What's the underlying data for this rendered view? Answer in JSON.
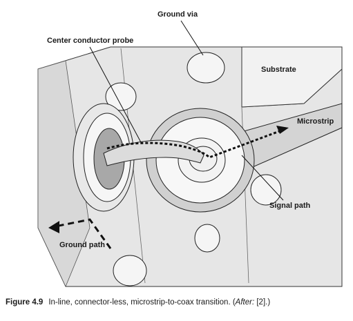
{
  "labels": {
    "ground_via": "Ground via",
    "center_conductor_probe": "Center conductor probe",
    "substrate": "Substrate",
    "microstrip": "Microstrip",
    "signal_path": "Signal path",
    "ground_path": "Ground path"
  },
  "caption": {
    "figure_number": "Figure 4.9",
    "text": "In-line, connector-less, microstrip-to-coax transition. (",
    "after": "After:",
    "citation": " [2].)"
  },
  "colors": {
    "substrate_fill": "#e2e2e2",
    "substrate_face": "#eeeeee",
    "microstrip_fill": "#d6d6d6",
    "pad_fill": "#c8c8c8",
    "probe_fill": "#b0b0b0",
    "line": "#222222"
  }
}
